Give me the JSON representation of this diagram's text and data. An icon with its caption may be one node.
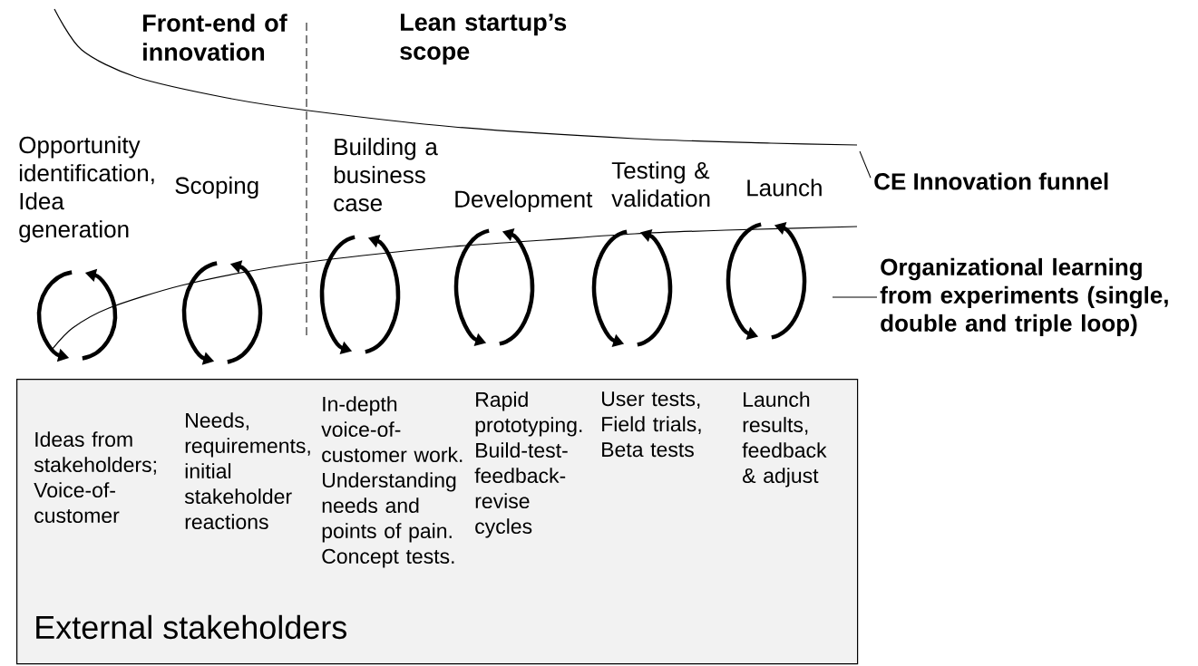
{
  "diagram": {
    "nodes": [
      {
        "text": [
          "CE Innovation funnel"
        ]
      },
      {
        "text": [
          "Organizational learning from experiments (single, double and triple loop)"
        ]
      },
      {
        "text": [
          "Ideas from stakeholders; Voice-of-customer",
          "Needs, requirements, initial stakeholder reactions",
          "In-depth voice-of-customer work. Understanding needs and points of pain. Concept tests.",
          "Rapid prototyping. Build-test-feedback-revise cycles",
          "User tests, Field trials, Beta tests",
          "Launch results, feedback & adjust",
          "External stakeholders"
        ]
      },
      {
        "text": [],
        "shape": "curve"
      },
      {
        "text": [],
        "shape": "curve"
      }
    ],
    "edges": [
      {
        "from": 0,
        "to": 3,
        "arrow": "none"
      },
      {
        "from": 1,
        "to": 4,
        "arrow": "none"
      }
    ],
    "labels": [
      "Front-end of innovation",
      "Lean startup’s scope",
      "Opportunity identification, Idea generation",
      "Scoping",
      "Building a business case",
      "Development",
      "Testing & validation",
      "Launch"
    ]
  }
}
